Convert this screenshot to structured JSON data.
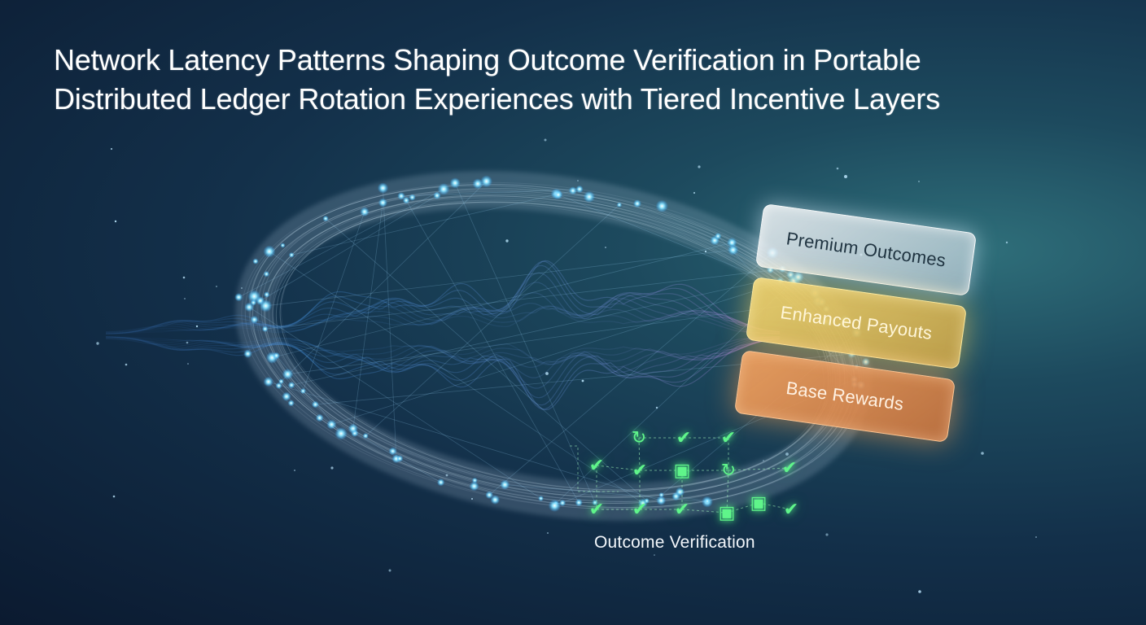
{
  "title": {
    "line1": "Network Latency Patterns Shaping Outcome Verification in Portable",
    "line2": "Distributed Ledger Rotation Experiences with Tiered Incentive Layers"
  },
  "tiers": [
    {
      "label": "Premium Outcomes",
      "color": "#e8eef2"
    },
    {
      "label": "Enhanced Payouts",
      "color": "#e6c35e"
    },
    {
      "label": "Base Rewards",
      "color": "#e39556"
    }
  ],
  "verification": {
    "label": "Outcome Verification",
    "color": "#5ff58a",
    "icons": [
      "refresh-check-icon",
      "check-icon",
      "lock-icon"
    ]
  },
  "colors": {
    "ring": "#cfe6f5",
    "node": "#6fdcff",
    "wave_blue": "#4a9cf0",
    "wave_pink": "#d78cf0"
  }
}
